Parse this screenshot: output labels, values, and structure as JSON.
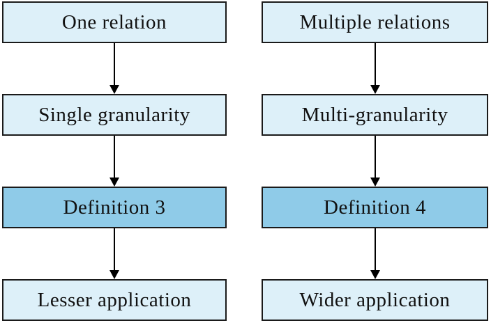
{
  "diagram": {
    "background_color": "#ffffff",
    "box_fill_light": "#ddf0f9",
    "box_fill_highlight": "#8fcbe8",
    "box_border_color": "#1a1a1a",
    "arrow_color": "#000000",
    "columns": [
      {
        "id": "left",
        "boxes": [
          {
            "label": "One relation",
            "style": "light"
          },
          {
            "label": "Single granularity",
            "style": "light"
          },
          {
            "label": "Definition 3",
            "style": "highlight"
          },
          {
            "label": "Lesser application",
            "style": "light"
          }
        ]
      },
      {
        "id": "right",
        "boxes": [
          {
            "label": "Multiple relations",
            "style": "light"
          },
          {
            "label": "Multi-granularity",
            "style": "light"
          },
          {
            "label": "Definition 4",
            "style": "highlight"
          },
          {
            "label": "Wider application",
            "style": "light"
          }
        ]
      }
    ]
  }
}
